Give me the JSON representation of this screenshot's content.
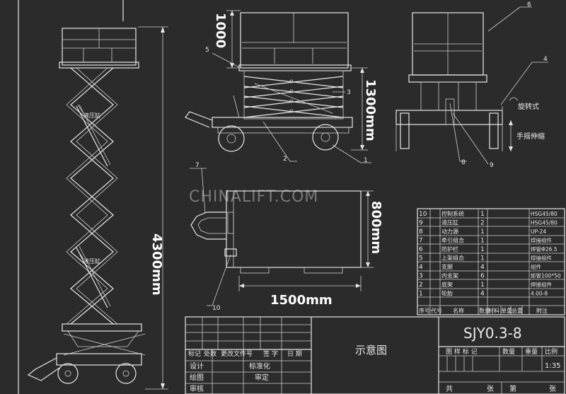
{
  "watermark": "CHINALIFT.COM",
  "dimensions": {
    "height_left": "4300mm",
    "guard_height": "1000",
    "lift_height": "1300mm",
    "width": "800mm",
    "length": "1500mm"
  },
  "labels": {
    "cyl_upper": "液压缸",
    "cyl_lower": "液压缸",
    "rotate": "旋转式",
    "hand_extend": "手摇伸缩"
  },
  "callouts": [
    "1",
    "2",
    "3",
    "4",
    "5",
    "6",
    "7",
    "8",
    "9",
    "10"
  ],
  "bom_rows": [
    {
      "no": "10",
      "name": "控制系统",
      "qty": "1",
      "note": "HSG45/80"
    },
    {
      "no": "9",
      "name": "液压缸",
      "qty": "2",
      "note": "HSG45/80"
    },
    {
      "no": "8",
      "name": "动力源",
      "qty": "1",
      "note": "UP-24"
    },
    {
      "no": "7",
      "name": "牵引组合",
      "qty": "1",
      "note": "焊接组件"
    },
    {
      "no": "6",
      "name": "防护栏",
      "qty": "1",
      "note": "焊管Φ26.5"
    },
    {
      "no": "5",
      "name": "上架组合",
      "qty": "1",
      "note": "焊接组件"
    },
    {
      "no": "4",
      "name": "支腿",
      "qty": "4",
      "note": "组件"
    },
    {
      "no": "3",
      "name": "内支架",
      "qty": "6",
      "note": "矩管100*50"
    },
    {
      "no": "2",
      "name": "底架",
      "qty": "1",
      "note": "焊接组件"
    },
    {
      "no": "1",
      "name": "轮胎",
      "qty": "4",
      "note": "4.00-8"
    }
  ],
  "bom_header": [
    "序号",
    "代号",
    "名称",
    "数量",
    "材料",
    "单重",
    "总重",
    "附注"
  ],
  "title_block": {
    "model": "SJY0.3-8",
    "drawing_name": "示意图",
    "rev_header": [
      "标记",
      "处数",
      "更改文件号",
      "签 字",
      "日 期"
    ],
    "design": "设计",
    "draw": "绘图",
    "check": "审核",
    "standard": "标准化",
    "approve": "审定",
    "col_headers": [
      "图 样 标 记",
      "数量",
      "重量",
      "比例"
    ],
    "scale": "1:35",
    "total": "共",
    "sheet_unit1": "张",
    "sheet": "第",
    "sheet_unit2": "张"
  }
}
